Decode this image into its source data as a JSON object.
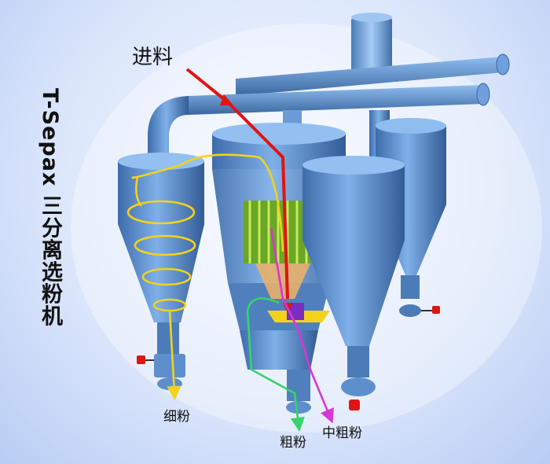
{
  "title": "T-Sepax 三分离选粉机",
  "labels": {
    "feed": "进料",
    "fine": "细粉",
    "coarse": "粗粉",
    "medium_coarse": "中粗粉"
  },
  "colors": {
    "machine": "#5e8fd0",
    "feed_flow": "#e01414",
    "fine_flow": "#f3d21b",
    "coarse_flow": "#36d36a",
    "medium_flow": "#d936d6",
    "rotor": "#7bbf2a"
  }
}
